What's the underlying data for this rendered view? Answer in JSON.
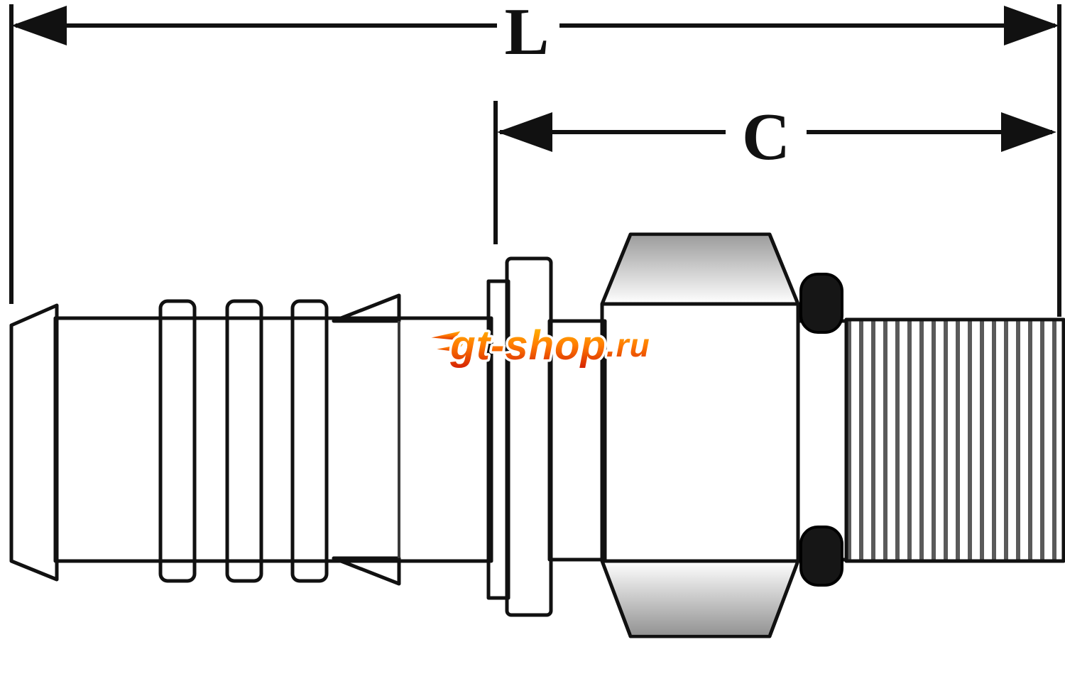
{
  "figure": {
    "type": "technical-diagram",
    "subject": "Side view line drawing of a hydraulic hose crimp fitting with barbed stem, hex nut, O-ring and male threaded end",
    "background": "#ffffff",
    "line_color": "#111111"
  },
  "dimension_lines": {
    "overall_length": {
      "label": "L"
    },
    "cutoff_length": {
      "label": "C"
    }
  },
  "part": {
    "segments": [
      "hose-barb-nose",
      "barb-rings",
      "flare-seat",
      "collar",
      "flange-plate",
      "neck",
      "hex-nut",
      "o-ring",
      "male-thread"
    ],
    "metal_light": "#ffffff",
    "metal_mid": "#cfcfcf",
    "metal_dark": "#7e7e7e",
    "o_ring_color": "#161616"
  },
  "watermark": {
    "text_main": "gt-shop",
    "text_suffix": ".ru",
    "gradient_top": "#ffc400",
    "gradient_mid": "#ff7a00",
    "gradient_bottom": "#d41f00",
    "outline_color": "#ffffff"
  }
}
